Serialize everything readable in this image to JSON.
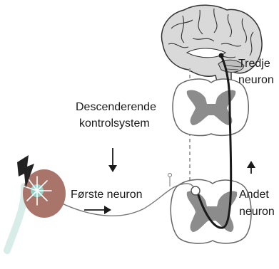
{
  "labels": {
    "descending_line1": "Descenderende",
    "descending_line2": "kontrolsystem",
    "first_neuron": "Første neuron",
    "second_line1": "Andet",
    "second_line2": "neuron",
    "third_line1": "Tredje",
    "third_line2": "neuron"
  },
  "colors": {
    "brain_fill": "#d9d9d9",
    "brain_stroke": "#333333",
    "gray_matter": "#8c8c8c",
    "receptor_fill": "#a9756b",
    "receptor_center": "#8fd1c4",
    "lightning": "#222222",
    "pathway": "#1a1a1a",
    "dashed": "#9a9a9a",
    "nerve_fiber": "#777777"
  },
  "icons": {
    "stimulus": "lightning-bolt-icon",
    "receptor": "pain-receptor-icon",
    "brain": "brain-icon",
    "spinal_cord": "spinal-cord-section-icon"
  }
}
